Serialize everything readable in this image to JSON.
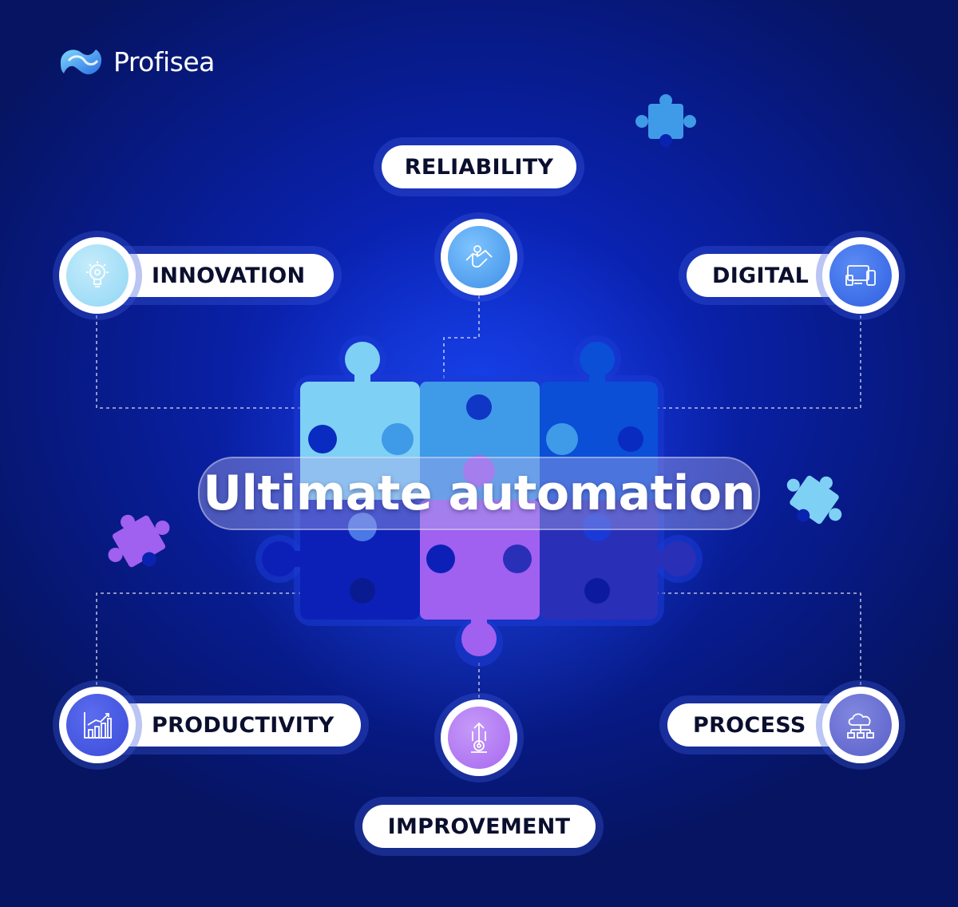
{
  "brand": {
    "name": "Profisea"
  },
  "title": "Ultimate automation",
  "items": {
    "reliability": {
      "label": "RELIABILITY",
      "icon": "handshake-icon",
      "color": "#3f8fe6"
    },
    "innovation": {
      "label": "INNOVATION",
      "icon": "lightbulb-gear-icon",
      "color": "#8fd6f5"
    },
    "digital": {
      "label": "DIGITAL",
      "icon": "devices-icon",
      "color": "#2f5fe0"
    },
    "productivity": {
      "label": "PRODUCTIVITY",
      "icon": "growth-chart-icon",
      "color": "#3a4bd8"
    },
    "improvement": {
      "label": "IMPROVEMENT",
      "icon": "upgrade-arrows-icon",
      "color": "#a868f0"
    },
    "process": {
      "label": "PROCESS",
      "icon": "cloud-network-icon",
      "color": "#5a5fc8"
    }
  },
  "colors": {
    "background": "#0a22b0",
    "piece_light_blue": "#7fd0f5",
    "piece_mid_blue": "#3f9ae8",
    "piece_blue": "#0a4fd6",
    "piece_purple": "#a060f0",
    "piece_navy": "#0c20b8",
    "piece_indigo": "#2a2fb8",
    "text_dark": "#0b0f2e"
  }
}
